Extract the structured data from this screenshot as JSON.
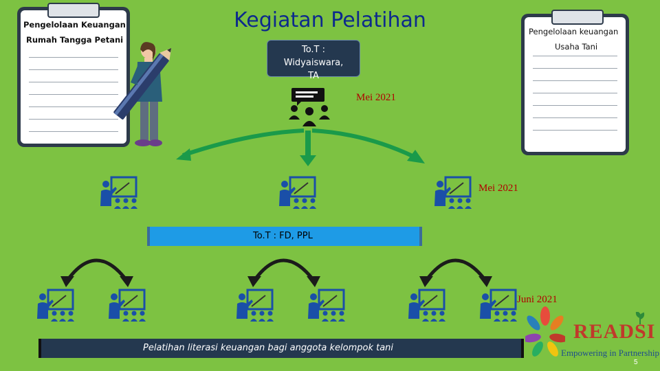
{
  "title": "Kegiatan Pelatihan",
  "left_clipboard": {
    "line1": "Pengelolaan Keuangan",
    "line2": "Rumah Tangga Petani"
  },
  "right_clipboard": {
    "line1": "Pengelolaan keuangan",
    "line2": "Usaha Tani"
  },
  "tot_box": {
    "line1": "To.T :",
    "line2": "Widyaiswara,",
    "line3": "TA"
  },
  "months": {
    "first": "Mei 2021",
    "second": "Mei 2021",
    "third": "Juni 2021"
  },
  "banner_fd": "To.T : FD, PPL",
  "banner_farmers": "Pelatihan literasi keuangan bagi anggota kelompok tani",
  "logo": {
    "name": "READSI",
    "tagline": "Empowering in Partnership"
  },
  "page_number": "5",
  "colors": {
    "background": "#7dc242",
    "title": "#0d2a8c",
    "month": "#b00000",
    "banner_fd": "#1e9be6",
    "banner_farmers": "#24384f",
    "logo": "#c0392b"
  }
}
